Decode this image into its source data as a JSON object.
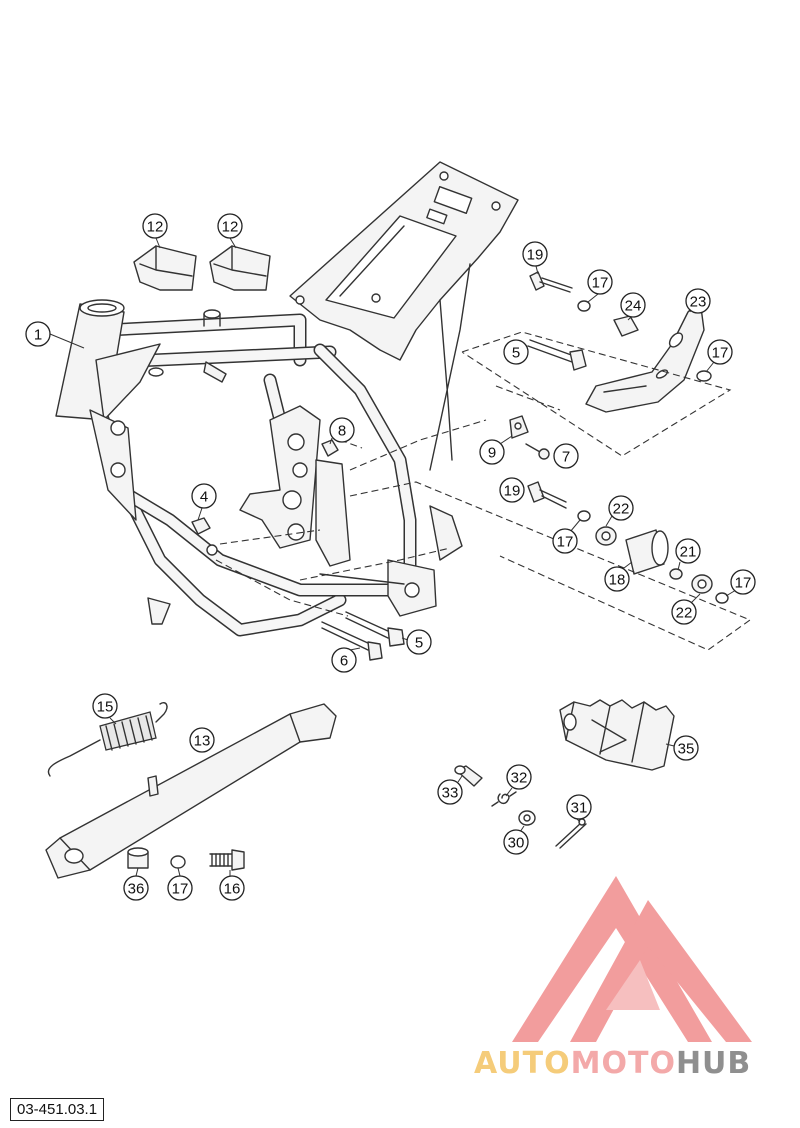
{
  "reference_code": "03-451.03.1",
  "logo": {
    "part1": "AUTO",
    "part2": "MOTO",
    "part3": "HUB",
    "color_auto": "#f5cc7a",
    "color_moto": "#f3a9a9",
    "color_hub": "#8f8f8f",
    "mark_color": "#f08c8c"
  },
  "callouts": {
    "c1": "1",
    "c4": "4",
    "c5a": "5",
    "c5b": "5",
    "c6": "6",
    "c7": "7",
    "c8": "8",
    "c9": "9",
    "c12a": "12",
    "c12b": "12",
    "c13": "13",
    "c15": "15",
    "c16": "16",
    "c17a": "17",
    "c17b": "17",
    "c17c": "17",
    "c17d": "17",
    "c17e": "17",
    "c18": "18",
    "c19a": "19",
    "c19b": "19",
    "c21": "21",
    "c22a": "22",
    "c22b": "22",
    "c23": "23",
    "c24": "24",
    "c30": "30",
    "c31": "31",
    "c32": "32",
    "c33": "33",
    "c35": "35",
    "c36": "36"
  }
}
